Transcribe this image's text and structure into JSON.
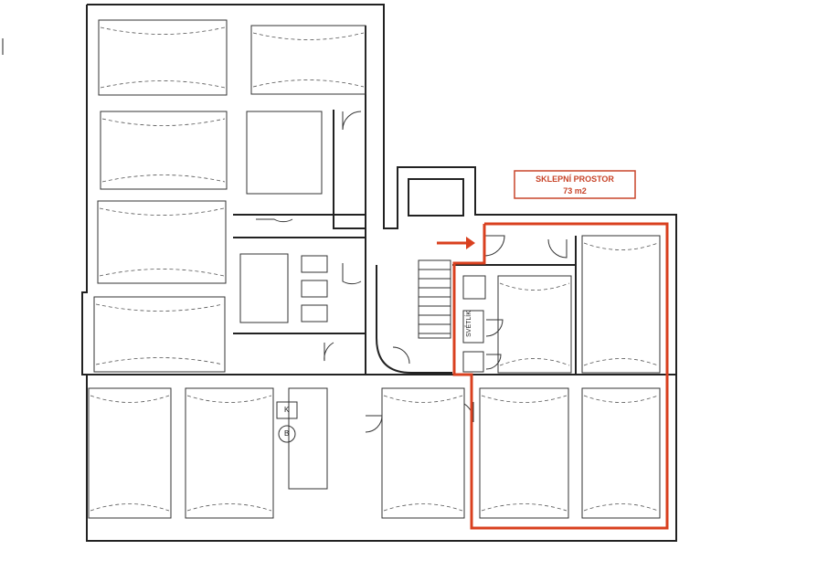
{
  "plan": {
    "highlight_label": "SKLEPNÍ PROSTOR",
    "highlight_area": "73 m2",
    "skylight_label": "SVĚTLÍK",
    "room_mark_k": "K",
    "room_mark_b": "B",
    "highlight_color": "#d9401f"
  }
}
